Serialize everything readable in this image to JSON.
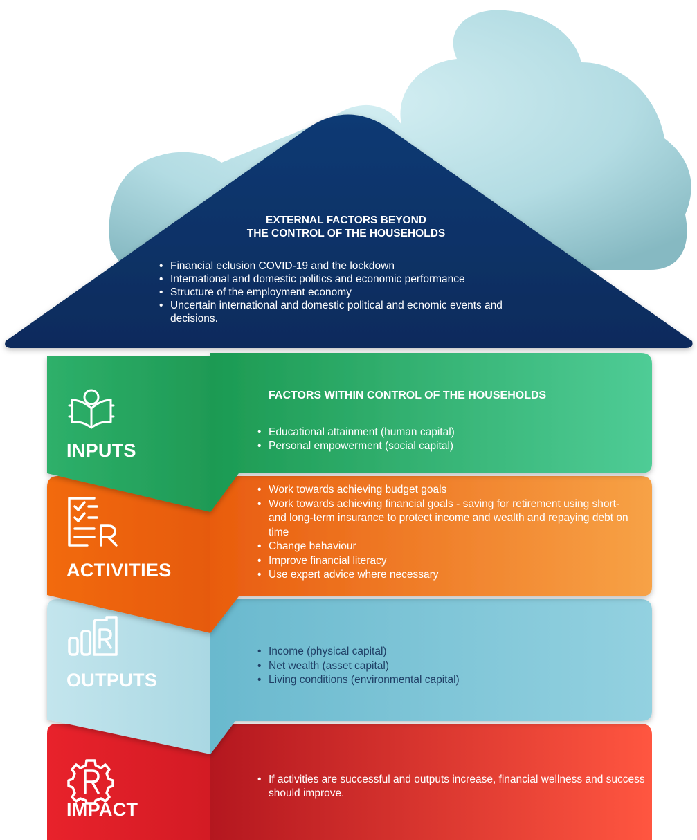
{
  "roof": {
    "title_line1": "EXTERNAL FACTORS BEYOND",
    "title_line2": "THE CONTROL OF THE HOUSEHOLDS",
    "items": [
      "Financial eclusion COVID-19 and the lockdown",
      "International and domestic politics and economic performance",
      "Structure of the employment economy",
      "Uncertain international and domestic political and ecnomic events and decisions."
    ]
  },
  "inputs": {
    "label": "INPUTS",
    "heading": "FACTORS WITHIN CONTROL OF THE HOUSEHOLDS",
    "items": [
      "Educational attainment (human capital)",
      "Personal empowerment (social capital)"
    ]
  },
  "activities": {
    "label": "ACTIVITIES",
    "items": [
      "Work towards achieving budget goals",
      "Work towards achieving financial goals - saving for retirement using short- and long-term insurance to protect income and wealth and repaying debt on time",
      "Change behaviour",
      "Improve financial literacy",
      "Use expert advice where necessary"
    ]
  },
  "outputs": {
    "label": "OUTPUTS",
    "items": [
      "Income (physical capital)",
      "Net wealth (asset capital)",
      "Living conditions (environmental capital)"
    ]
  },
  "impact": {
    "label": "IMPACT",
    "items": [
      "If activities are successful and outputs increase, financial wellness and success should improve."
    ]
  },
  "colors": {
    "roof": "#0a3165",
    "inputs": "#2fb36a",
    "activities": "#f06a12",
    "outputs": "#8fd0de",
    "impact": "#e3232b",
    "cloud": "#b4dfe5"
  },
  "icons": {
    "inputs": "open-book-icon",
    "activities": "checklist-icon",
    "outputs": "bar-chart-icon",
    "impact": "gear-icon"
  }
}
